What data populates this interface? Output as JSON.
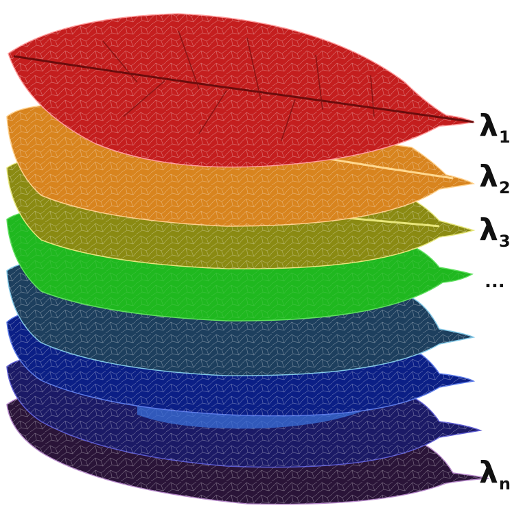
{
  "layers": [
    {
      "name": "layer-1",
      "color": "#c41e1e",
      "vein": "#ff9a9a"
    },
    {
      "name": "layer-2",
      "color": "#d8841e",
      "vein": "#ffd08a"
    },
    {
      "name": "layer-3",
      "color": "#8a8a12",
      "vein": "#e6e67a"
    },
    {
      "name": "layer-4",
      "color": "#1fb81f",
      "vein": "#5ee05e"
    },
    {
      "name": "layer-5",
      "color": "#1d3f5e",
      "vein": "#7fc6e6"
    },
    {
      "name": "layer-6",
      "color": "#0b1f86",
      "vein": "#5a79e8"
    },
    {
      "name": "layer-7",
      "color": "#1b1a66",
      "vein": "#5b5ad0"
    },
    {
      "name": "layer-8",
      "color": "#2a1438",
      "vein": "#b587c9"
    }
  ],
  "labels": {
    "l1": {
      "symbol": "λ",
      "sub": "1"
    },
    "l2": {
      "symbol": "λ",
      "sub": "2"
    },
    "l3": {
      "symbol": "λ",
      "sub": "3"
    },
    "ellipsis": "...",
    "ln": {
      "symbol": "λ",
      "sub": "n"
    }
  }
}
